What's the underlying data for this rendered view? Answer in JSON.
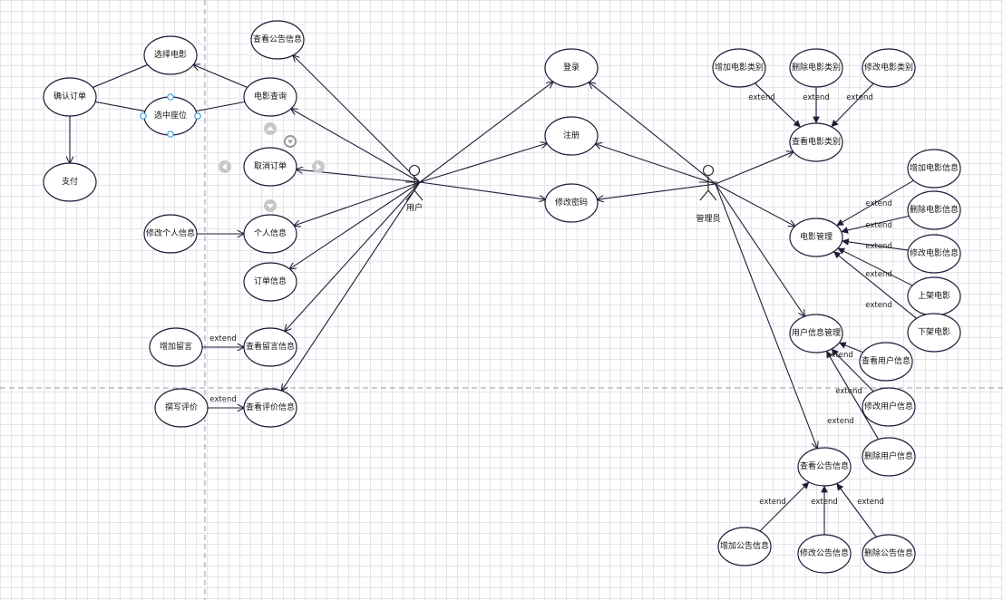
{
  "diagram": {
    "actors": {
      "user": "用户",
      "admin": "管理员"
    },
    "use_cases": {
      "view_notice_user": "查看公告信息",
      "select_movie": "选择电影",
      "confirm_order": "确认订单",
      "select_seat": "选中座位",
      "movie_query": "电影查询",
      "pay": "支付",
      "cancel_order": "取消订单",
      "edit_personal_info": "修改个人信息",
      "personal_info": "个人信息",
      "order_info": "订单信息",
      "add_message": "增加留言",
      "view_message": "查看留言信息",
      "write_review": "撰写评价",
      "view_review": "查看评价信息",
      "login": "登录",
      "register": "注册",
      "change_password": "修改密码",
      "add_category": "增加电影类别",
      "delete_category": "删除电影类别",
      "edit_category": "修改电影类别",
      "view_category": "查看电影类别",
      "add_movie_info": "增加电影信息",
      "delete_movie_info": "删除电影信息",
      "edit_movie_info": "修改电影信息",
      "movie_manage": "电影管理",
      "shelve_movie": "上架电影",
      "unshelve_movie": "下架电影",
      "user_info_manage": "用户信息管理",
      "view_user_info": "查看用户信息",
      "edit_user_info": "修改用户信息",
      "delete_user_info": "删除用户信息",
      "view_notice_admin": "查看公告信息",
      "add_notice": "增加公告信息",
      "edit_notice": "修改公告信息",
      "delete_notice": "删除公告信息"
    },
    "extend_label": "extend",
    "colors": {
      "stroke": "#1d1d3a",
      "grid": "#e4e4ea",
      "handle": "#3aa0e0"
    }
  }
}
